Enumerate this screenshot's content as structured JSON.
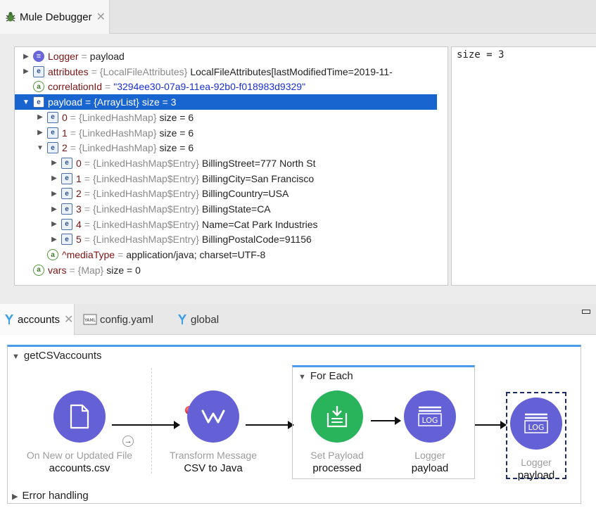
{
  "debugger": {
    "tab_title": "Mule Debugger",
    "tree": [
      {
        "expander": "▶",
        "icon": "L",
        "key": "Logger",
        "type": "",
        "value": "payload"
      },
      {
        "expander": "▶",
        "icon": "e",
        "key": "attributes",
        "type": "{LocalFileAttributes}",
        "value": "LocalFileAttributes[lastModifiedTime=2019-11-"
      },
      {
        "expander": "",
        "icon": "a",
        "key": "correlationId",
        "type": "",
        "value": "\"3294ee30-07a9-11ea-92b0-f018983d9329\""
      },
      {
        "expander": "▼",
        "icon": "e",
        "key": "payload",
        "type": "{ArrayList}",
        "value": "size = 3"
      },
      {
        "expander": "▶",
        "icon": "e",
        "key": "0",
        "type": "{LinkedHashMap}",
        "value": "size = 6"
      },
      {
        "expander": "▶",
        "icon": "e",
        "key": "1",
        "type": "{LinkedHashMap}",
        "value": "size = 6"
      },
      {
        "expander": "▼",
        "icon": "e",
        "key": "2",
        "type": "{LinkedHashMap}",
        "value": "size = 6"
      },
      {
        "expander": "▶",
        "icon": "e",
        "key": "0",
        "type": "{LinkedHashMap$Entry}",
        "value": "BillingStreet=777 North St"
      },
      {
        "expander": "▶",
        "icon": "e",
        "key": "1",
        "type": "{LinkedHashMap$Entry}",
        "value": "BillingCity=San Francisco"
      },
      {
        "expander": "▶",
        "icon": "e",
        "key": "2",
        "type": "{LinkedHashMap$Entry}",
        "value": "BillingCountry=USA"
      },
      {
        "expander": "▶",
        "icon": "e",
        "key": "3",
        "type": "{LinkedHashMap$Entry}",
        "value": "BillingState=CA"
      },
      {
        "expander": "▶",
        "icon": "e",
        "key": "4",
        "type": "{LinkedHashMap$Entry}",
        "value": "Name=Cat Park Industries"
      },
      {
        "expander": "▶",
        "icon": "e",
        "key": "5",
        "type": "{LinkedHashMap$Entry}",
        "value": "BillingPostalCode=91156"
      },
      {
        "expander": "",
        "icon": "a",
        "key": "^mediaType",
        "type": "",
        "value": "application/java; charset=UTF-8"
      },
      {
        "expander": "",
        "icon": "a",
        "key": "vars",
        "type": "{Map}",
        "value": "size = 0"
      }
    ],
    "selected_index": 3,
    "detail_value": "size = 3"
  },
  "editor": {
    "tabs": [
      {
        "label": "accounts",
        "icon": "mule-icon",
        "active": true
      },
      {
        "label": "config.yaml",
        "icon": "yaml-icon",
        "active": false
      },
      {
        "label": "global",
        "icon": "mule-icon",
        "active": false
      }
    ],
    "flow": {
      "name": "getCSVaccounts",
      "error_handling": "Error handling",
      "foreach_label": "For Each",
      "nodes": [
        {
          "label": "On New or Updated File",
          "sub": "accounts.csv"
        },
        {
          "label": "Transform Message",
          "sub": "CSV to Java"
        },
        {
          "label": "Set Payload",
          "sub": "processed"
        },
        {
          "label": "Logger",
          "sub": "payload"
        },
        {
          "label": "Logger",
          "sub": "payload"
        }
      ],
      "log_text": "LOG"
    }
  },
  "colors": {
    "selection": "#1965d0",
    "flow_accent": "#4a9be8",
    "node_purple": "#6461d6",
    "node_green": "#29b35b"
  }
}
